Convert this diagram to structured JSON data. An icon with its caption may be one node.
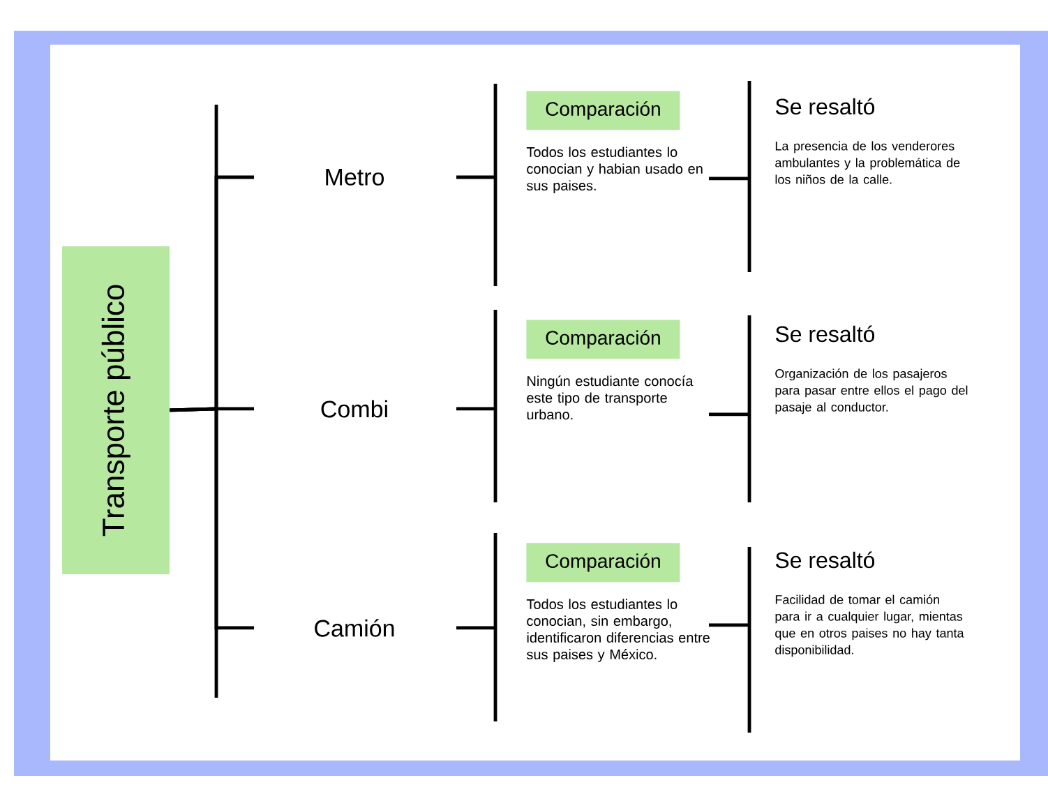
{
  "diagram": {
    "nodes": [
      {
        "text": [
          "Transporte público"
        ]
      },
      {
        "text": [
          "Metro"
        ]
      },
      {
        "text": [
          "Comparación"
        ],
        "beside": [
          "Todos los estudiantes lo conocian y habian usado en sus paises."
        ]
      },
      {
        "text": [
          "Se resaltó",
          "La presencia de los venderores ambulantes y la problemática de los niños de la calle."
        ]
      },
      {
        "text": [
          "Combi"
        ]
      },
      {
        "text": [
          "Comparación"
        ],
        "beside": [
          "Ningún estudiante conocía este tipo de transporte urbano."
        ]
      },
      {
        "text": [
          "Se resaltó",
          "Organización de los pasajeros para pasar entre ellos el pago del pasaje al conductor."
        ]
      },
      {
        "text": [
          "Camión"
        ]
      },
      {
        "text": [
          "Comparación"
        ],
        "beside": [
          "Todos los estudiantes lo conocian, sin embargo, identificaron diferencias entre sus paises y México."
        ]
      },
      {
        "text": [
          "Se resaltó",
          "Facilidad de tomar el camión para ir a cualquier lugar, mientas que en otros paises no hay tanta disponibilidad."
        ]
      }
    ],
    "edges": [
      {
        "from": 0,
        "to": 1,
        "arrow": "none"
      },
      {
        "from": 0,
        "to": 4,
        "arrow": "none"
      },
      {
        "from": 0,
        "to": 7,
        "arrow": "none"
      },
      {
        "from": 1,
        "to": 2,
        "arrow": "none"
      },
      {
        "from": 2,
        "to": 3,
        "arrow": "none"
      },
      {
        "from": 4,
        "to": 5,
        "arrow": "none"
      },
      {
        "from": 5,
        "to": 6,
        "arrow": "none"
      },
      {
        "from": 7,
        "to": 8,
        "arrow": "none"
      },
      {
        "from": 8,
        "to": 9,
        "arrow": "none"
      }
    ]
  }
}
